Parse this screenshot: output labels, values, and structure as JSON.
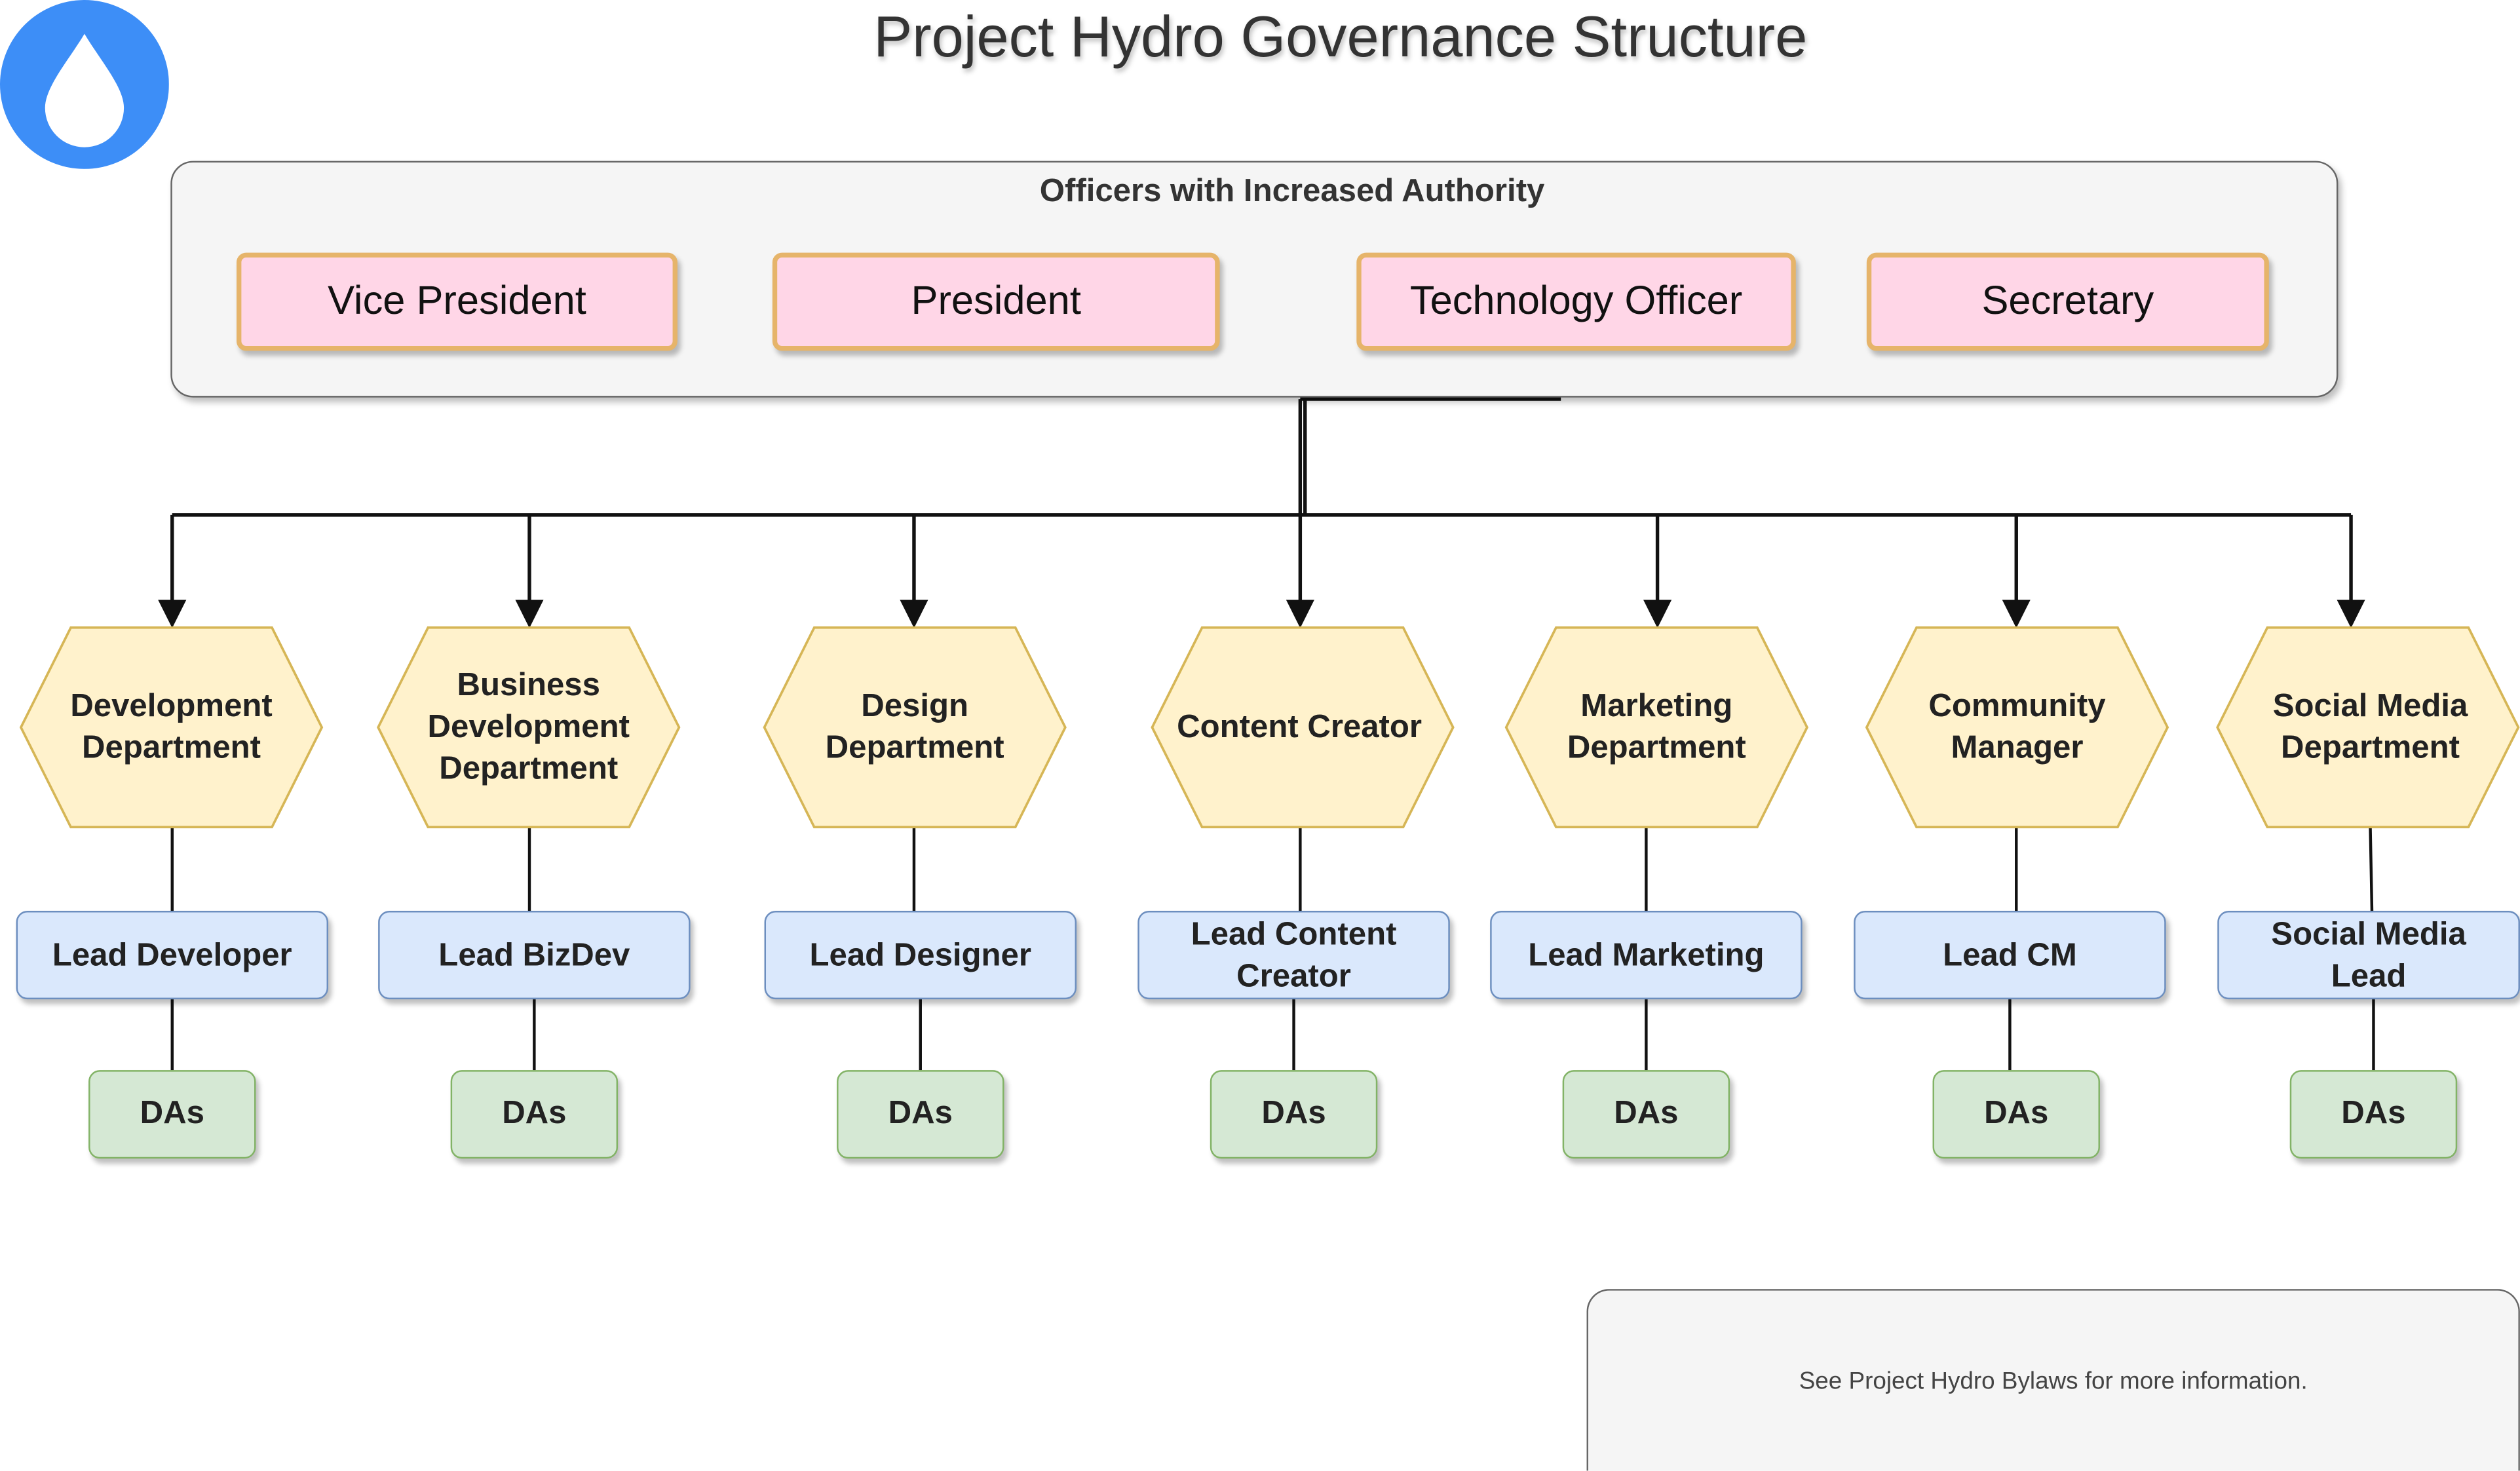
{
  "title": "Project Hydro Governance Structure",
  "officers": {
    "heading": "Officers with Increased Authority",
    "items": [
      "Vice President",
      "President",
      "Technology Officer",
      "Secretary"
    ]
  },
  "departments": [
    {
      "name": "Development\nDepartment",
      "lead": "Lead Developer",
      "members": "DAs"
    },
    {
      "name": "Business\nDevelopment\nDepartment",
      "lead": "Lead BizDev",
      "members": "DAs"
    },
    {
      "name": "Design\nDepartment",
      "lead": "Lead Designer",
      "members": "DAs"
    },
    {
      "name": "Content Creator",
      "lead": "Lead Content\nCreator",
      "members": "DAs"
    },
    {
      "name": "Marketing\nDepartment",
      "lead": "Lead Marketing",
      "members": "DAs"
    },
    {
      "name": "Community\nManager",
      "lead": "Lead CM",
      "members": "DAs"
    },
    {
      "name": "Social Media\nDepartment",
      "lead": "Social Media\nLead",
      "members": "DAs"
    }
  ],
  "note": "See Project Hydro Bylaws for more information.",
  "icons": {
    "logo": "water-drop-icon"
  },
  "colors": {
    "officer_fill": "#ffd6e7",
    "officer_border": "#e6b46a",
    "department_fill": "#fff2cc",
    "department_border": "#d6b656",
    "lead_fill": "#dae8fc",
    "lead_border": "#6c8ebf",
    "member_fill": "#d5e8d4",
    "member_border": "#82b366",
    "logo_blue": "#3d8ef7"
  }
}
